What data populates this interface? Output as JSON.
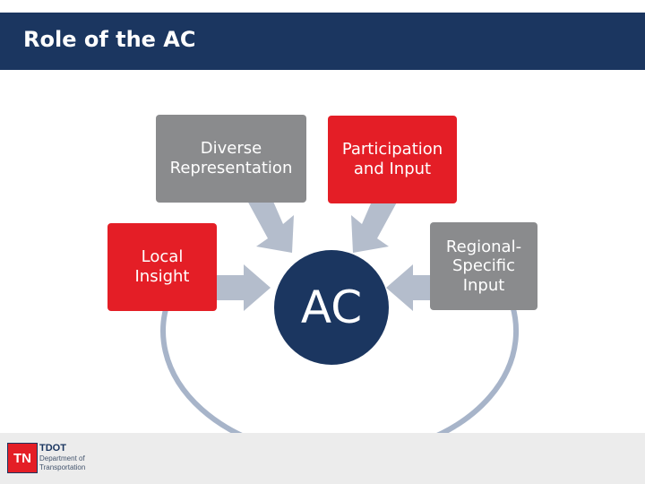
{
  "header": {
    "title": "Role of the AC"
  },
  "diagram": {
    "center_label": "AC",
    "nodes": {
      "diverse": "Diverse\nRepresentation",
      "participation": "Participation\nand Input",
      "local": "Local\nInsight",
      "regional": "Regional-\nSpecific\nInput"
    }
  },
  "footer": {
    "logo_mark": "TN",
    "logo_brand": "TDOT",
    "logo_line1": "Department of",
    "logo_line2": "Transportation"
  },
  "colors": {
    "navy": "#1b3660",
    "red": "#e41e26",
    "gray": "#8a8b8d",
    "ring": "#a7b4c9"
  }
}
